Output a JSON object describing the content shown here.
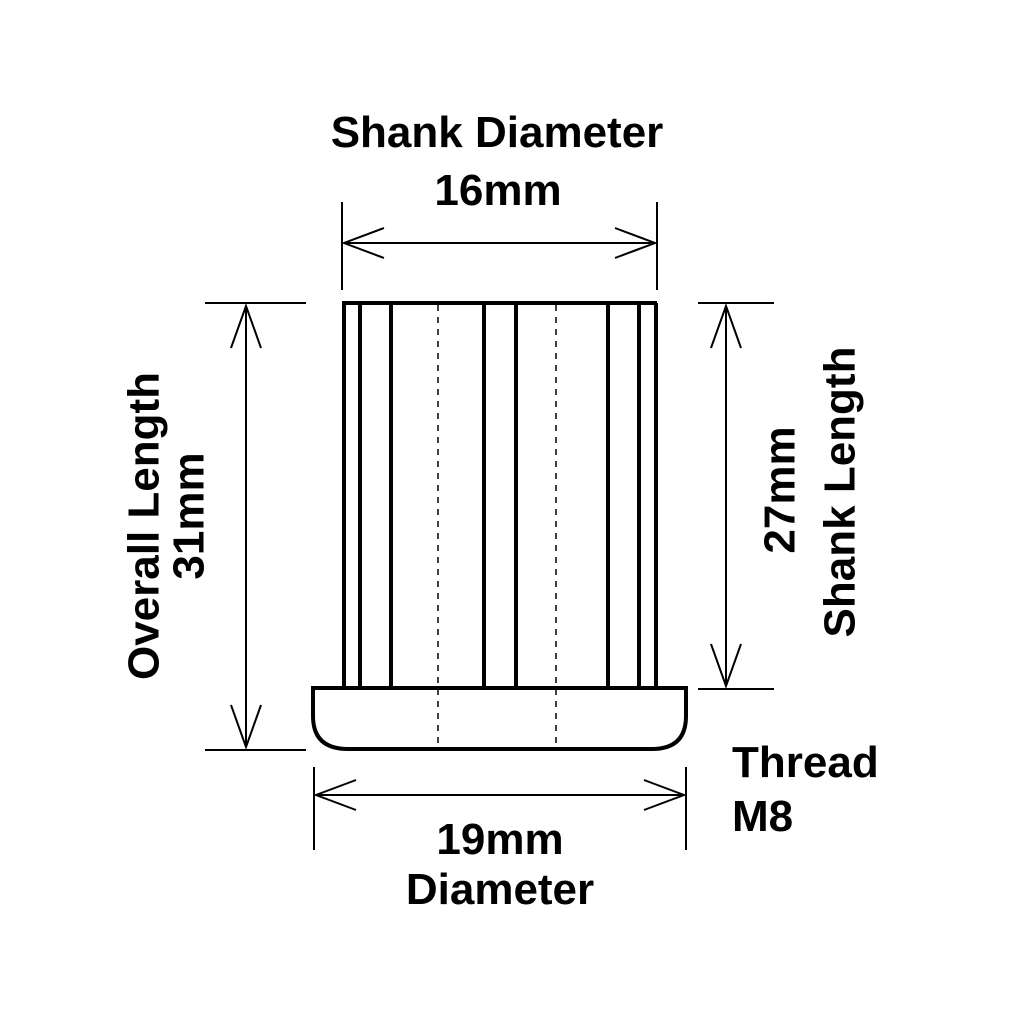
{
  "labels": {
    "shank_diameter_title": "Shank Diameter",
    "shank_diameter_value": "16mm",
    "overall_length_title": "Overall Length",
    "overall_length_value": "31mm",
    "shank_length_value": "27mm",
    "shank_length_title": "Shank Length",
    "thread_title": "Thread",
    "thread_value": "M8",
    "diameter_value": "19mm",
    "diameter_title": "Diameter"
  }
}
